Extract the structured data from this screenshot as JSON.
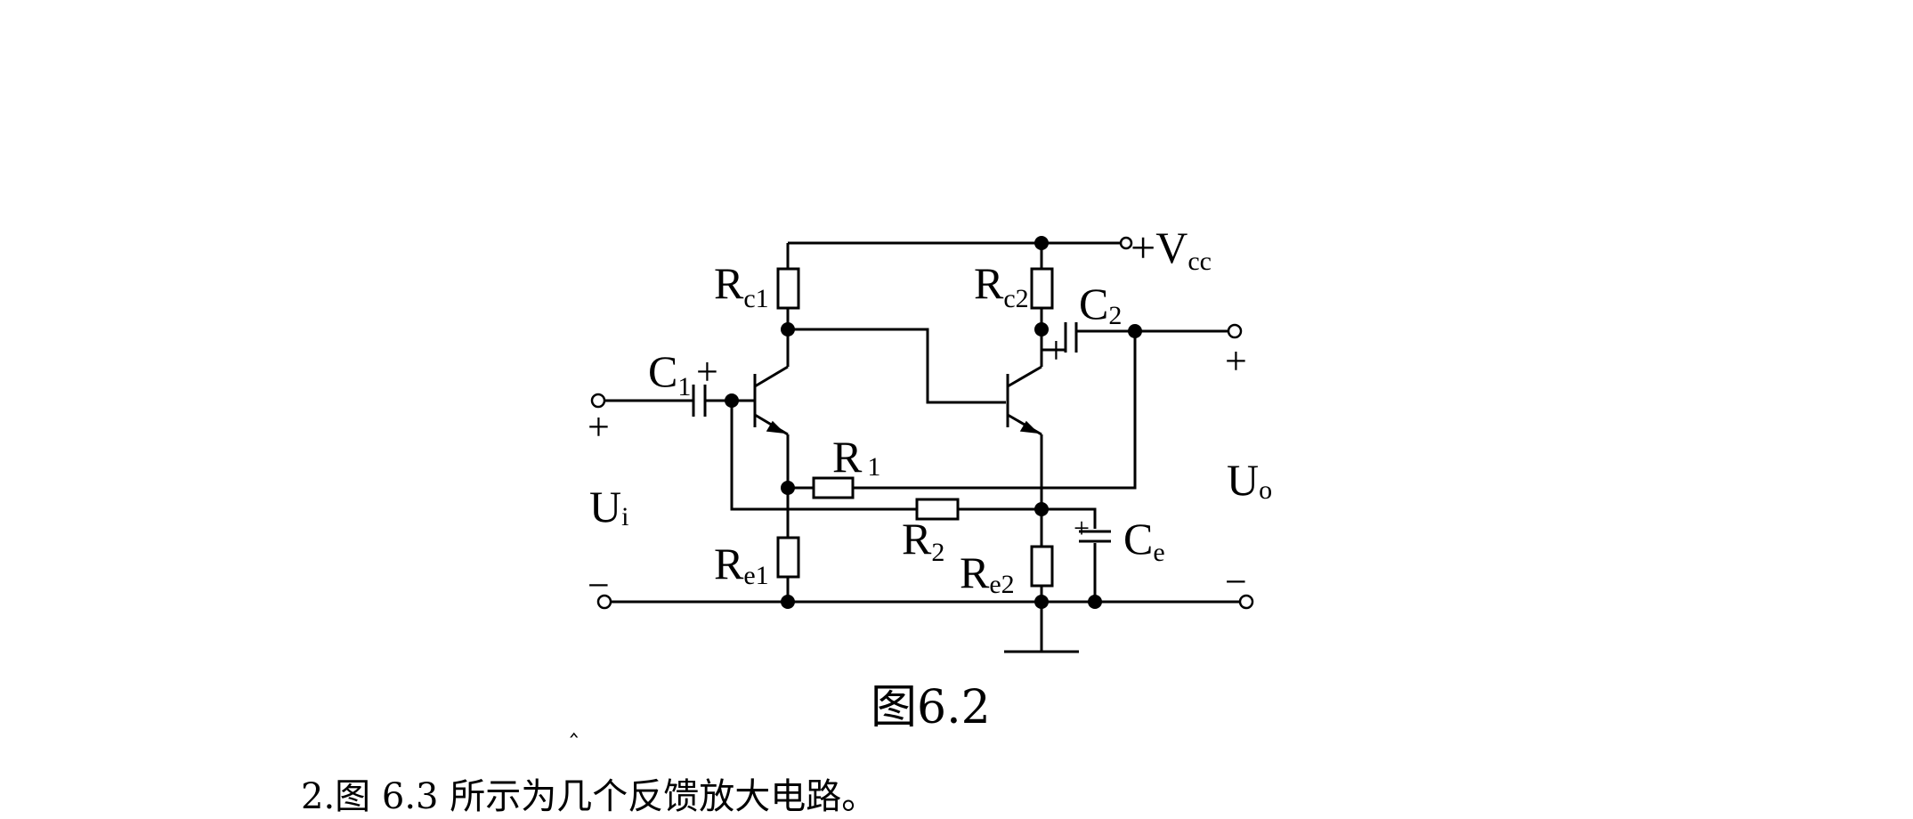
{
  "diagram": {
    "labels": {
      "vcc": "+V",
      "vcc_sub": "cc",
      "rc1": "R",
      "rc1_sub": "c1",
      "rc2": "R",
      "rc2_sub": "c2",
      "c1": "C",
      "c1_sub": "1",
      "c2": "C",
      "c2_sub": "2",
      "r1": "R",
      "r1_sub": "1",
      "r2": "R",
      "r2_sub": "2",
      "re1": "R",
      "re1_sub": "e1",
      "re2": "R",
      "re2_sub": "e2",
      "ce": "C",
      "ce_sub": "e",
      "ui": "U",
      "ui_sub": "i",
      "uo": "U",
      "uo_sub": "o",
      "plus": "+",
      "minus": "−"
    },
    "caption": "图6.2"
  },
  "question": "2.图 6.3 所示为几个反馈放大电路。",
  "stray_mark": "‸"
}
